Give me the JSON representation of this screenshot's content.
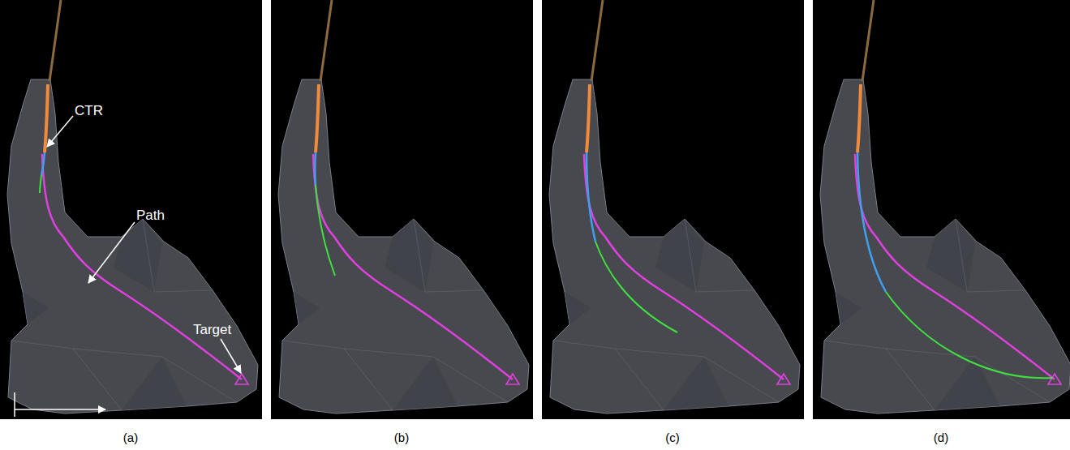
{
  "diagram": {
    "labels": [
      "CTR",
      "Path",
      "Target",
      "(a)",
      "(b)",
      "(c)",
      "(d)"
    ]
  }
}
